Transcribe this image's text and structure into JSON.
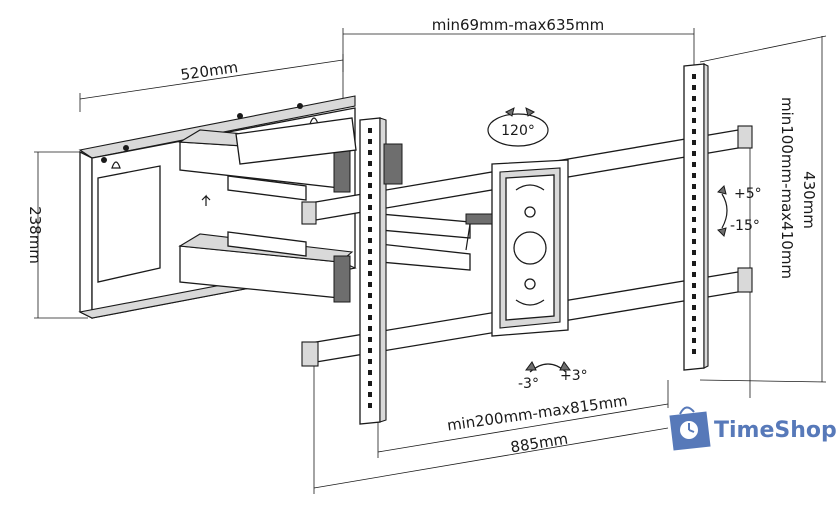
{
  "dimensions": {
    "vesa_range": "min69mm-max635mm",
    "wall_plate_width": "520mm",
    "wall_plate_height": "238mm",
    "rail_height": "430mm",
    "vesa_vertical_range": "min100mm-max410mm",
    "extension_range": "min200mm-max815mm",
    "arm_length": "885mm"
  },
  "angles": {
    "swivel": "120°",
    "tilt_up": "+5°",
    "tilt_down": "-15°",
    "level_minus": "-3°",
    "level_plus": "+3°"
  },
  "watermark": {
    "brand": "TimeShop",
    "color": "#3a62ad"
  }
}
